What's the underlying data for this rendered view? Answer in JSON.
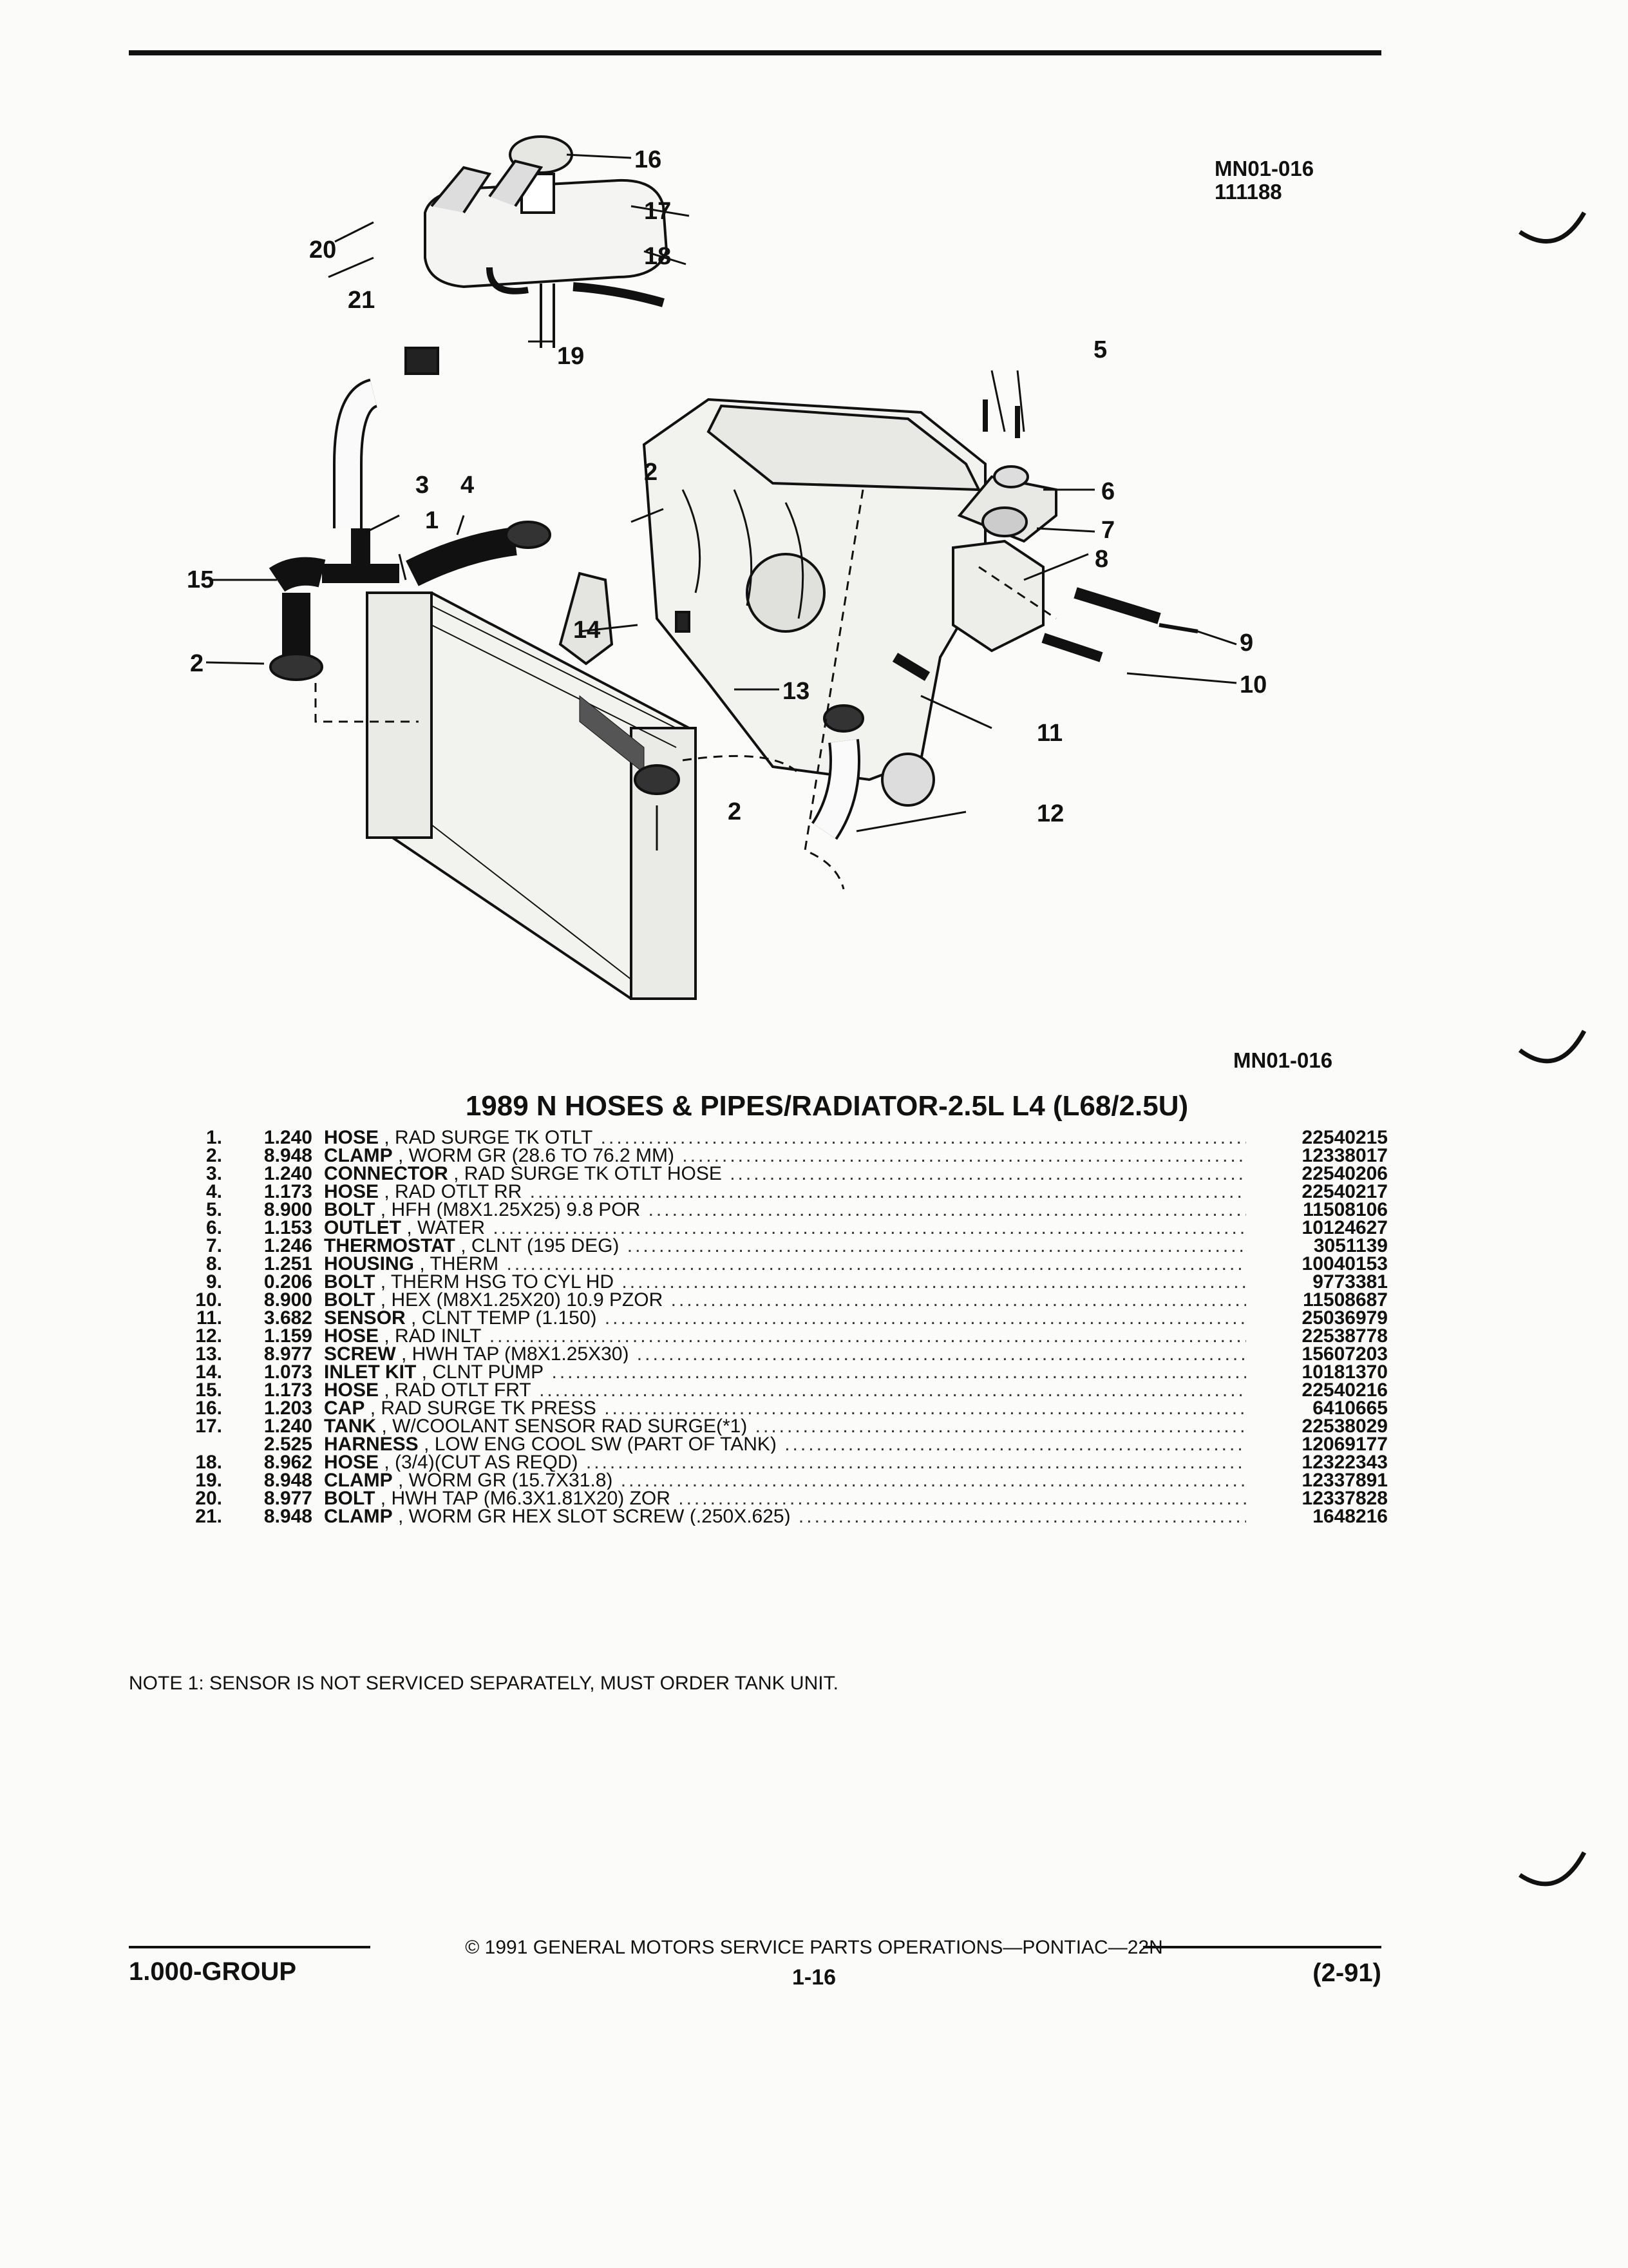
{
  "header": {
    "ref_top_line1": "MN01-016",
    "ref_top_line2": "111188",
    "ref_bottom": "MN01-016"
  },
  "figure": {
    "callouts": [
      "1",
      "2",
      "3",
      "4",
      "5",
      "6",
      "7",
      "8",
      "9",
      "10",
      "11",
      "12",
      "13",
      "14",
      "15",
      "2",
      "2",
      "16",
      "17",
      "18",
      "19",
      "20",
      "21"
    ]
  },
  "title": "1989 N HOSES & PIPES/RADIATOR-2.5L L4 (L68/2.5U)",
  "parts": [
    {
      "num": "1.",
      "qty": "1.240",
      "name": "HOSE",
      "desc": ", RAD SURGE TK OTLT",
      "pn": "22540215"
    },
    {
      "num": "2.",
      "qty": "8.948",
      "name": "CLAMP",
      "desc": ", WORM GR (28.6 TO 76.2 MM)",
      "pn": "12338017"
    },
    {
      "num": "3.",
      "qty": "1.240",
      "name": "CONNECTOR",
      "desc": ", RAD SURGE TK OTLT HOSE",
      "pn": "22540206"
    },
    {
      "num": "4.",
      "qty": "1.173",
      "name": "HOSE",
      "desc": ", RAD OTLT RR",
      "pn": "22540217"
    },
    {
      "num": "5.",
      "qty": "8.900",
      "name": "BOLT",
      "desc": ", HFH (M8X1.25X25) 9.8 POR",
      "pn": "11508106"
    },
    {
      "num": "6.",
      "qty": "1.153",
      "name": "OUTLET",
      "desc": ", WATER",
      "pn": "10124627"
    },
    {
      "num": "7.",
      "qty": "1.246",
      "name": "THERMOSTAT",
      "desc": ", CLNT (195 DEG)",
      "pn": "3051139"
    },
    {
      "num": "8.",
      "qty": "1.251",
      "name": "HOUSING",
      "desc": ", THERM",
      "pn": "10040153"
    },
    {
      "num": "9.",
      "qty": "0.206",
      "name": "BOLT",
      "desc": ", THERM HSG TO CYL HD",
      "pn": "9773381"
    },
    {
      "num": "10.",
      "qty": "8.900",
      "name": "BOLT",
      "desc": ", HEX (M8X1.25X20) 10.9 PZOR",
      "pn": "11508687"
    },
    {
      "num": "11.",
      "qty": "3.682",
      "name": "SENSOR",
      "desc": ", CLNT TEMP (1.150)",
      "pn": "25036979"
    },
    {
      "num": "12.",
      "qty": "1.159",
      "name": "HOSE",
      "desc": ", RAD INLT",
      "pn": "22538778"
    },
    {
      "num": "13.",
      "qty": "8.977",
      "name": "SCREW",
      "desc": ", HWH TAP (M8X1.25X30)",
      "pn": "15607203"
    },
    {
      "num": "14.",
      "qty": "1.073",
      "name": "INLET KIT",
      "desc": ", CLNT PUMP",
      "pn": "10181370"
    },
    {
      "num": "15.",
      "qty": "1.173",
      "name": "HOSE",
      "desc": ", RAD OTLT FRT",
      "pn": "22540216"
    },
    {
      "num": "16.",
      "qty": "1.203",
      "name": "CAP",
      "desc": ", RAD SURGE TK PRESS",
      "pn": "6410665"
    },
    {
      "num": "17.",
      "qty": "1.240",
      "name": "TANK",
      "desc": ", W/COOLANT SENSOR RAD SURGE(*1)",
      "pn": "22538029"
    },
    {
      "num": "",
      "qty": "2.525",
      "name": "HARNESS",
      "desc": ", LOW ENG COOL SW (PART OF TANK)",
      "pn": "12069177"
    },
    {
      "num": "18.",
      "qty": "8.962",
      "name": "HOSE",
      "desc": ", (3/4)(CUT AS REQD)",
      "pn": "12322343"
    },
    {
      "num": "19.",
      "qty": "8.948",
      "name": "CLAMP",
      "desc": ", WORM GR (15.7X31.8)",
      "pn": "12337891"
    },
    {
      "num": "20.",
      "qty": "8.977",
      "name": "BOLT",
      "desc": ", HWH TAP (M6.3X1.81X20) ZOR",
      "pn": "12337828"
    },
    {
      "num": "21.",
      "qty": "8.948",
      "name": "CLAMP",
      "desc": ", WORM GR HEX SLOT SCREW (.250X.625)",
      "pn": "1648216"
    }
  ],
  "note": "NOTE  1:  SENSOR IS NOT SERVICED SEPARATELY, MUST ORDER TANK UNIT.",
  "footer": {
    "copyright": "© 1991  GENERAL MOTORS SERVICE PARTS OPERATIONS—PONTIAC—22N",
    "group": "1.000-GROUP",
    "page": "1-16",
    "date": "(2-91)"
  }
}
